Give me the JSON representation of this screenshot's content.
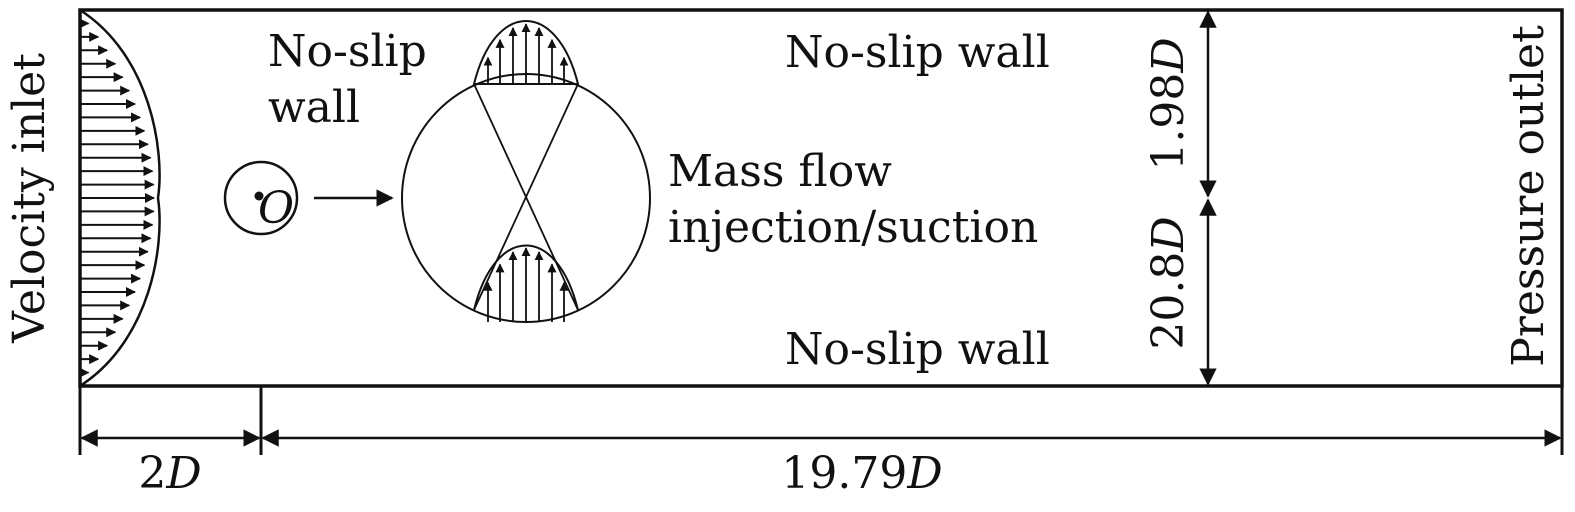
{
  "labels": {
    "velocity_inlet": "Velocity inlet",
    "pressure_outlet": "Pressure outlet",
    "noslip_top_left_1": "No-slip",
    "noslip_top_left_2": "wall",
    "noslip_top": "No-slip wall",
    "noslip_bottom": "No-slip wall",
    "mass_flow_1": "Mass flow",
    "mass_flow_2": "injection/suction",
    "center": "O"
  },
  "dimensions": {
    "upstream": {
      "value": "2",
      "unit": "D"
    },
    "downstream": {
      "value": "19.79",
      "unit": "D"
    },
    "height_upper": {
      "value": "1.98",
      "unit": "D"
    },
    "height_lower": {
      "value": "20.8",
      "unit": "D"
    }
  }
}
